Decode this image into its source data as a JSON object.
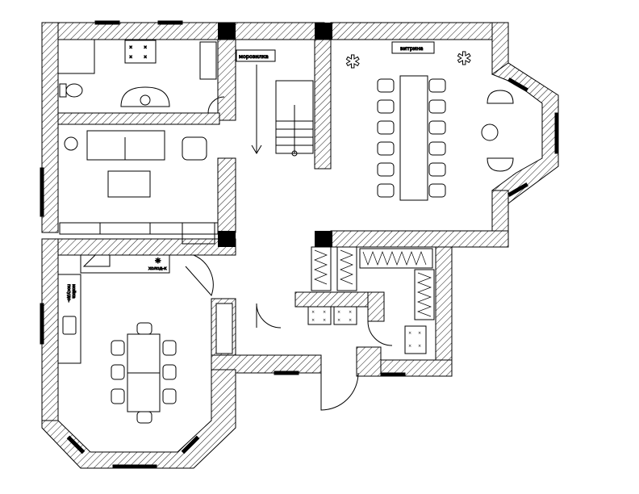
{
  "labels": {
    "freezer": "морозилка",
    "showcase": "витрина",
    "fridge": "холод-к",
    "dishwasher_line1": "посудо-",
    "dishwasher_line2": "мойка"
  }
}
